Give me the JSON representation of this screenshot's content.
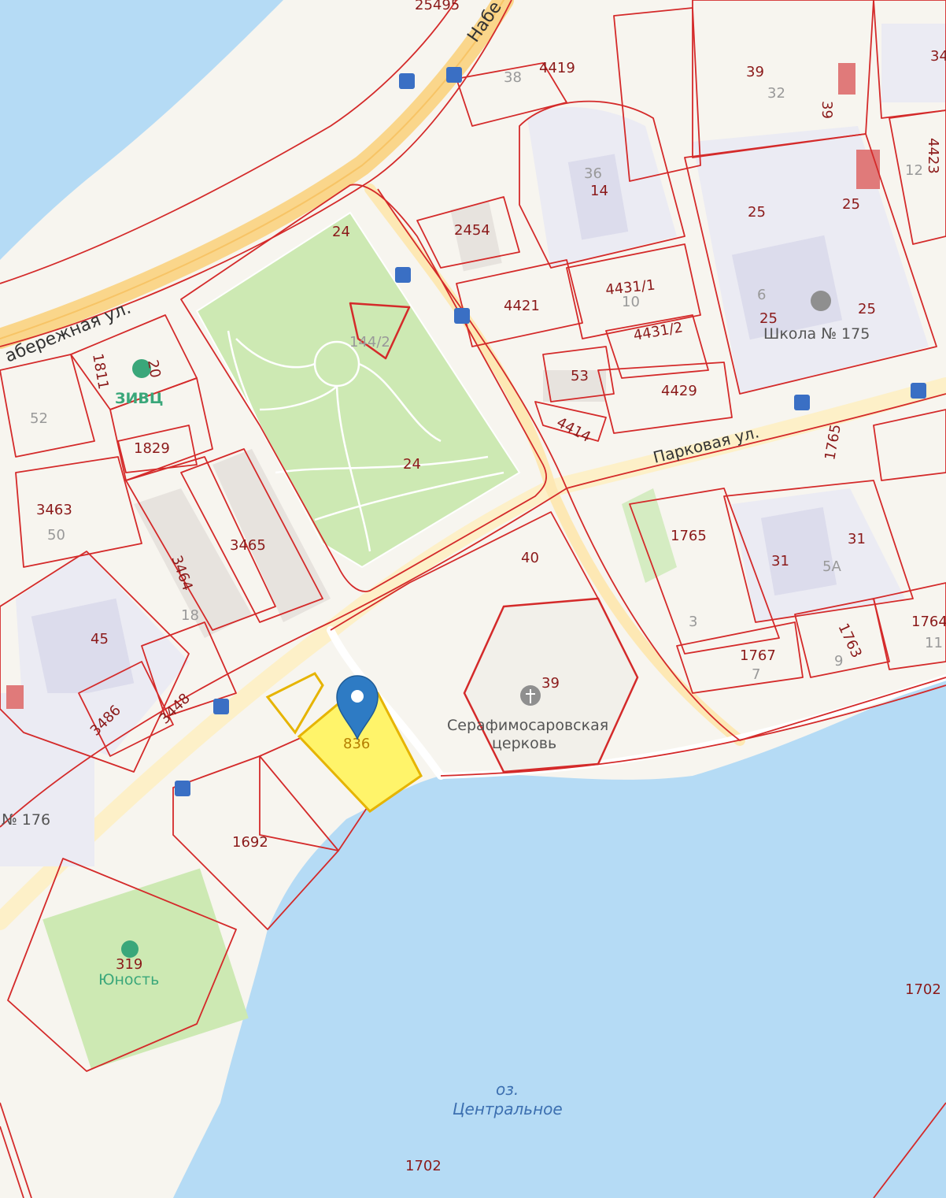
{
  "map": {
    "streets": {
      "naberezhnaya_left": "абережная ул.",
      "naberezhnaya_top": "Набе",
      "parkovaya": "Парковая ул."
    },
    "pois": {
      "school": "Школа № 175",
      "church_line1": "Серафимосаровская",
      "church_line2": "церковь",
      "zivc": "ЗИВЦ",
      "yunost": "Юность",
      "lake_line1": "оз.",
      "lake_line2": "Центральное",
      "school176": "№ 176"
    },
    "parcels": {
      "p25495": "25495",
      "p4419": "4419",
      "p38": "38",
      "p39a": "39",
      "p32": "32",
      "p39b": "39",
      "p34": "34",
      "p36": "36",
      "p14": "14",
      "p25a": "25",
      "p25b": "25",
      "p12": "12",
      "p4423": "4423",
      "p2454": "2454",
      "p24a": "24",
      "p4421": "4421",
      "p4431_1": "4431/1",
      "p10": "10",
      "p6": "6",
      "p25c": "25",
      "p25d": "25",
      "p144_2": "144/2",
      "p4431_2": "4431/2",
      "p53": "53",
      "p4429": "4429",
      "p4414": "4414",
      "p1811": "1811",
      "p20": "20",
      "p52": "52",
      "p1829": "1829",
      "p24b": "24",
      "p1765a": "1765",
      "p3463": "3463",
      "p50": "50",
      "p3465": "3465",
      "p3464": "3464",
      "p1765b": "1765",
      "p31a": "31",
      "p31b": "31",
      "p5a": "5А",
      "p40": "40",
      "p18": "18",
      "p45": "45",
      "p3": "3",
      "p1764": "1764",
      "p1763": "1763",
      "p1767": "1767",
      "p11": "11",
      "p9": "9",
      "p7": "7",
      "p39c": "39",
      "p3486": "3486",
      "p3448": "3448",
      "p836": "836",
      "p1692": "1692",
      "p319": "319",
      "p1702a": "1702",
      "p1702b": "1702"
    }
  },
  "colors": {
    "water": "#b5dbf5",
    "park": "#cde9b3",
    "ground": "#f7f5ef",
    "road_main": "#fad68b",
    "parcel_border": "#d42a2a",
    "selected_fill": "#fff46a",
    "building": "#dcdcec",
    "pin": "#2e7bc4"
  }
}
